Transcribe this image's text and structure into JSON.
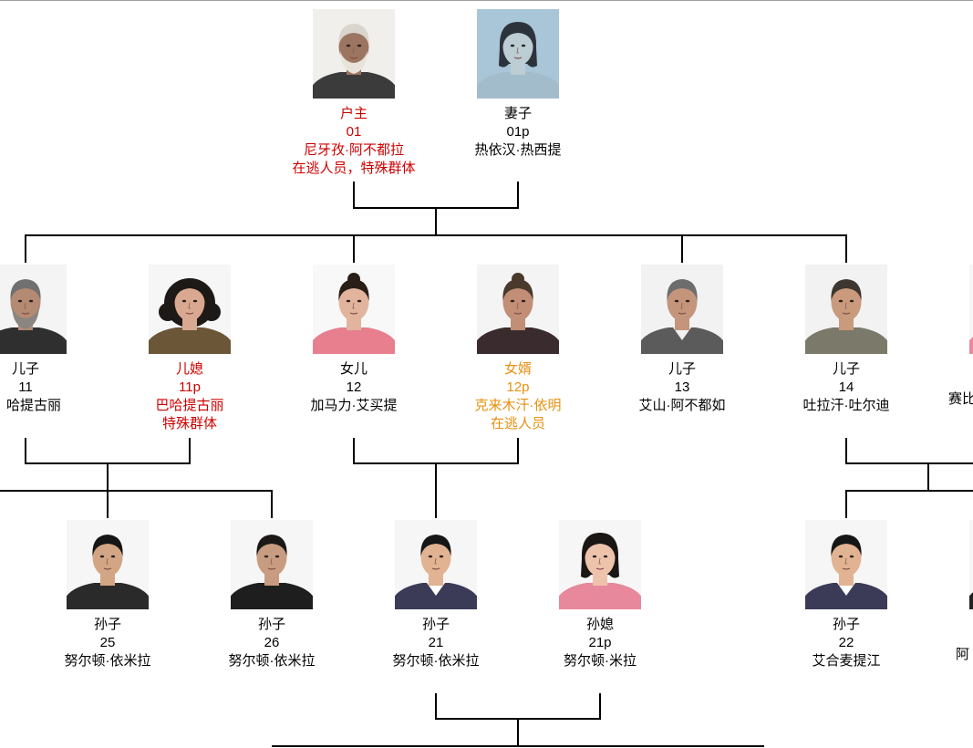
{
  "persons": [
    {
      "relation": "户主",
      "id": "01",
      "name": "尼牙孜·阿不都拉",
      "status": "在逃人员，特殊群体",
      "color": "#cc0000"
    },
    {
      "relation": "妻子",
      "id": "01p",
      "name": "热依汉·热西提",
      "color": "#000000"
    },
    {
      "relation": "儿子",
      "id": "11",
      "name": "哈提古丽",
      "color": "#000000"
    },
    {
      "relation": "儿媳",
      "id": "11p",
      "name": "巴哈提古丽",
      "status": "特殊群体",
      "color": "#cc0000"
    },
    {
      "relation": "女儿",
      "id": "12",
      "name": "加马力·艾买提",
      "color": "#000000"
    },
    {
      "relation": "女婿",
      "id": "12p",
      "name": "克来木汗·依明",
      "status": "在逃人员",
      "color": "#e6900f"
    },
    {
      "relation": "儿子",
      "id": "13",
      "name": "艾山·阿不都如",
      "color": "#000000"
    },
    {
      "relation": "儿子",
      "id": "14",
      "name": "吐拉汗·吐尔迪",
      "color": "#000000"
    },
    {
      "name": "赛比",
      "color": "#000000"
    },
    {
      "relation": "孙子",
      "id": "25",
      "name": "努尔顿·依米拉",
      "color": "#000000"
    },
    {
      "relation": "孙子",
      "id": "26",
      "name": "努尔顿·依米拉",
      "color": "#000000"
    },
    {
      "relation": "孙子",
      "id": "21",
      "name": "努尔顿·依米拉",
      "color": "#000000"
    },
    {
      "relation": "孙媳",
      "id": "21p",
      "name": "努尔顿·米拉",
      "color": "#000000"
    },
    {
      "relation": "孙子",
      "id": "22",
      "name": "艾合麦提江",
      "color": "#000000"
    },
    {
      "name": "阿",
      "color": "#000000"
    }
  ]
}
